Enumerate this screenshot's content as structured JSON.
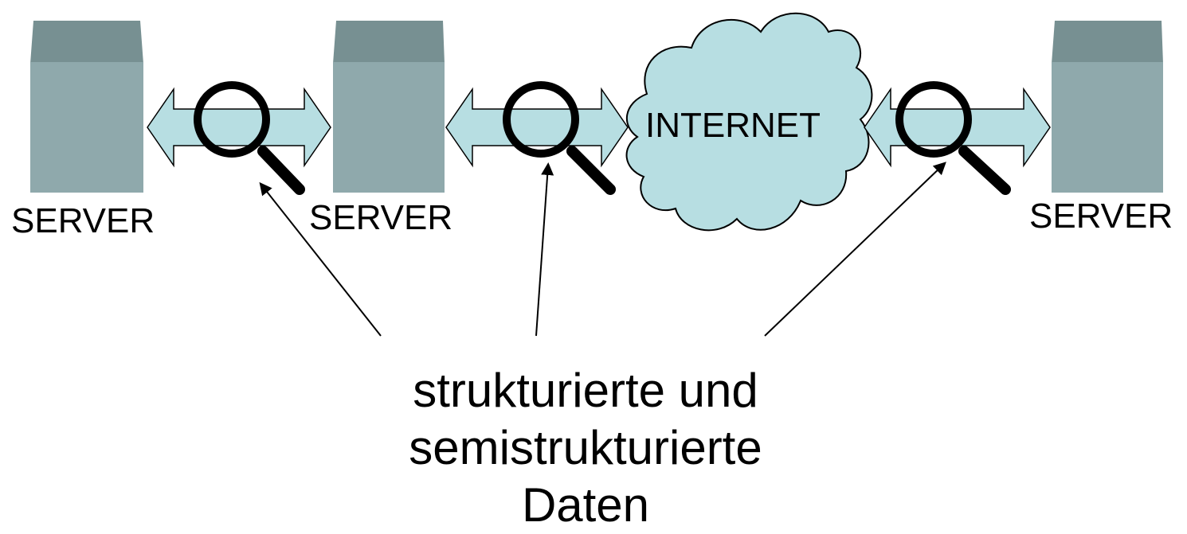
{
  "colors": {
    "server_front": "#8FA9AC",
    "server_top": "#779092",
    "arrow_fill": "#B7DEE2",
    "cloud_fill": "#B7DEE2",
    "stroke": "#000000",
    "background": "#FFFFFF"
  },
  "servers": [
    {
      "label": "SERVER"
    },
    {
      "label": "SERVER"
    },
    {
      "label": "SERVER"
    }
  ],
  "cloud": {
    "label": "INTERNET"
  },
  "magnifiers": [
    {
      "icon": "magnifier-icon"
    },
    {
      "icon": "magnifier-icon"
    },
    {
      "icon": "magnifier-icon"
    }
  ],
  "caption": {
    "line1": "strukturierte und",
    "line2": "semistrukturierte",
    "line3": "Daten"
  }
}
